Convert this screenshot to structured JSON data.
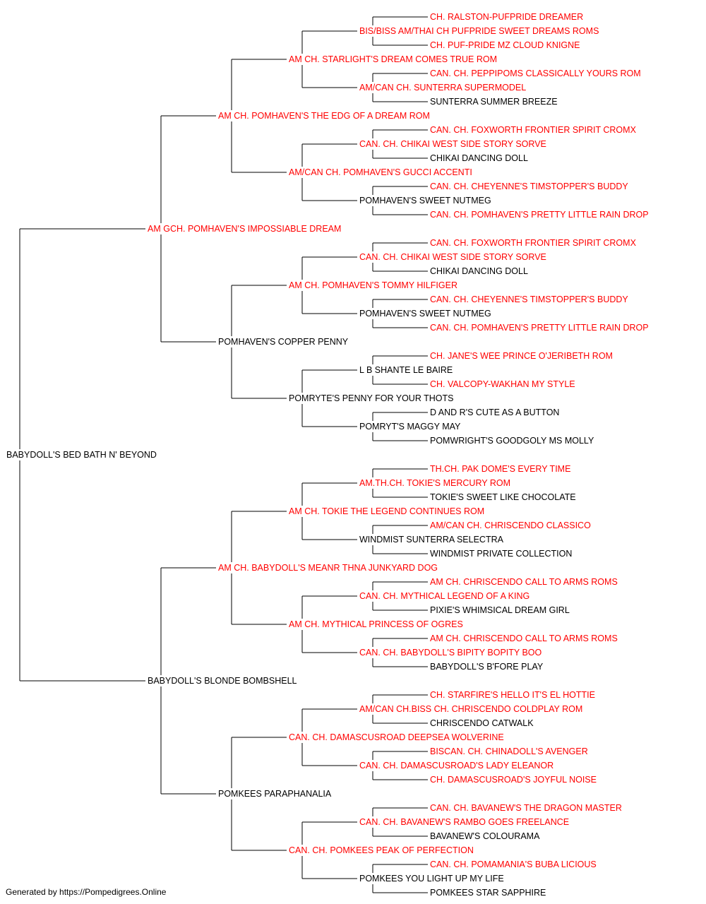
{
  "colors": {
    "champion": "#ff0000",
    "normal": "#000000",
    "line": "#000000"
  },
  "footer": "Generated by https://Pompedigrees.Online",
  "pedigree": {
    "name": "BABYDOLL'S BED BATH N' BEYOND",
    "champion": false,
    "sire": {
      "name": "AM GCH. POMHAVEN'S IMPOSSIABLE DREAM",
      "champion": true,
      "sire": {
        "name": "AM CH. POMHAVEN'S THE EDG OF A DREAM ROM",
        "champion": true,
        "sire": {
          "name": "AM CH. STARLIGHT'S DREAM COMES TRUE ROM",
          "champion": true,
          "sire": {
            "name": "BIS/BISS AM/THAI CH PUFPRIDE SWEET DREAMS ROMS",
            "champion": true,
            "sire": {
              "name": "CH. RALSTON-PUFPRIDE DREAMER",
              "champion": true
            },
            "dam": {
              "name": "CH. PUF-PRIDE MZ CLOUD KNIGNE",
              "champion": true
            }
          },
          "dam": {
            "name": "AM/CAN CH. SUNTERRA SUPERMODEL",
            "champion": true,
            "sire": {
              "name": "CAN. CH. PEPPIPOMS CLASSICALLY YOURS ROM",
              "champion": true
            },
            "dam": {
              "name": "SUNTERRA SUMMER BREEZE",
              "champion": false
            }
          }
        },
        "dam": {
          "name": "AM/CAN CH. POMHAVEN'S GUCCI ACCENTI",
          "champion": true,
          "sire": {
            "name": "CAN. CH. CHIKAI WEST SIDE STORY SORVE",
            "champion": true,
            "sire": {
              "name": "CAN. CH. FOXWORTH FRONTIER SPIRIT CROMX",
              "champion": true
            },
            "dam": {
              "name": "CHIKAI DANCING DOLL",
              "champion": false
            }
          },
          "dam": {
            "name": "POMHAVEN'S SWEET NUTMEG",
            "champion": false,
            "sire": {
              "name": "CAN. CH. CHEYENNE'S TIMSTOPPER'S BUDDY",
              "champion": true
            },
            "dam": {
              "name": "CAN. CH. POMHAVEN'S PRETTY LITTLE RAIN DROP",
              "champion": true
            }
          }
        }
      },
      "dam": {
        "name": "POMHAVEN'S COPPER PENNY",
        "champion": false,
        "sire": {
          "name": "AM CH. POMHAVEN'S TOMMY HILFIGER",
          "champion": true,
          "sire": {
            "name": "CAN. CH. CHIKAI WEST SIDE STORY SORVE",
            "champion": true,
            "sire": {
              "name": "CAN. CH. FOXWORTH FRONTIER SPIRIT CROMX",
              "champion": true
            },
            "dam": {
              "name": "CHIKAI DANCING DOLL",
              "champion": false
            }
          },
          "dam": {
            "name": "POMHAVEN'S SWEET NUTMEG",
            "champion": false,
            "sire": {
              "name": "CAN. CH. CHEYENNE'S TIMSTOPPER'S BUDDY",
              "champion": true
            },
            "dam": {
              "name": "CAN. CH. POMHAVEN'S PRETTY LITTLE RAIN DROP",
              "champion": true
            }
          }
        },
        "dam": {
          "name": "POMRYTE'S PENNY FOR YOUR THOTS",
          "champion": false,
          "sire": {
            "name": "L B SHANTE LE BAIRE",
            "champion": false,
            "sire": {
              "name": "CH. JANE'S WEE PRINCE O'JERIBETH ROM",
              "champion": true
            },
            "dam": {
              "name": "CH. VALCOPY-WAKHAN MY STYLE",
              "champion": true
            }
          },
          "dam": {
            "name": "POMRYT'S MAGGY MAY",
            "champion": false,
            "sire": {
              "name": "D AND R'S CUTE AS A BUTTON",
              "champion": false
            },
            "dam": {
              "name": "POMWRIGHT'S GOODGOLY MS MOLLY",
              "champion": false
            }
          }
        }
      }
    },
    "dam": {
      "name": "BABYDOLL'S BLONDE BOMBSHELL",
      "champion": false,
      "sire": {
        "name": "AM CH. BABYDOLL'S MEANR THNA JUNKYARD DOG",
        "champion": true,
        "sire": {
          "name": "AM CH. TOKIE THE LEGEND CONTINUES ROM",
          "champion": true,
          "sire": {
            "name": "AM.TH.CH. TOKIE'S MERCURY ROM",
            "champion": true,
            "sire": {
              "name": "TH.CH. PAK DOME'S EVERY TIME",
              "champion": true
            },
            "dam": {
              "name": "TOKIE'S SWEET LIKE CHOCOLATE",
              "champion": false
            }
          },
          "dam": {
            "name": "WINDMIST SUNTERRA SELECTRA",
            "champion": false,
            "sire": {
              "name": "AM/CAN CH. CHRISCENDO CLASSICO",
              "champion": true
            },
            "dam": {
              "name": "WINDMIST PRIVATE COLLECTION",
              "champion": false
            }
          }
        },
        "dam": {
          "name": "AM CH. MYTHICAL PRINCESS OF OGRES",
          "champion": true,
          "sire": {
            "name": "CAN. CH. MYTHICAL LEGEND OF A KING",
            "champion": true,
            "sire": {
              "name": "AM CH. CHRISCENDO CALL TO ARMS ROMS",
              "champion": true
            },
            "dam": {
              "name": "PIXIE'S WHIMSICAL DREAM GIRL",
              "champion": false
            }
          },
          "dam": {
            "name": "CAN. CH. BABYDOLL'S BIPITY BOPITY BOO",
            "champion": true,
            "sire": {
              "name": "AM CH. CHRISCENDO CALL TO ARMS ROMS",
              "champion": true
            },
            "dam": {
              "name": "BABYDOLL'S B'FORE PLAY",
              "champion": false
            }
          }
        }
      },
      "dam": {
        "name": "POMKEES PARAPHANALIA",
        "champion": false,
        "sire": {
          "name": "CAN. CH. DAMASCUSROAD DEEPSEA WOLVERINE",
          "champion": true,
          "sire": {
            "name": "AM/CAN CH.BISS CH. CHRISCENDO COLDPLAY ROM",
            "champion": true,
            "sire": {
              "name": "CH. STARFIRE'S HELLO IT'S EL HOTTIE",
              "champion": true
            },
            "dam": {
              "name": "CHRISCENDO CATWALK",
              "champion": false
            }
          },
          "dam": {
            "name": "CAN. CH. DAMASCUSROAD'S LADY ELEANOR",
            "champion": true,
            "sire": {
              "name": "BISCAN. CH. CHINADOLL'S AVENGER",
              "champion": true
            },
            "dam": {
              "name": "CH. DAMASCUSROAD'S JOYFUL NOISE",
              "champion": true
            }
          }
        },
        "dam": {
          "name": "CAN. CH. POMKEES PEAK OF PERFECTION",
          "champion": true,
          "sire": {
            "name": "CAN. CH. BAVANEW'S RAMBO GOES FREELANCE",
            "champion": true,
            "sire": {
              "name": "CAN. CH. BAVANEW'S THE DRAGON MASTER",
              "champion": true
            },
            "dam": {
              "name": "BAVANEW'S COLOURAMA",
              "champion": false
            }
          },
          "dam": {
            "name": "POMKEES YOU LIGHT UP MY LIFE",
            "champion": false,
            "sire": {
              "name": "CAN. CH. POMAMANIA'S BUBA LICIOUS",
              "champion": true
            },
            "dam": {
              "name": "POMKEES STAR SAPPHIRE",
              "champion": false
            }
          }
        }
      }
    }
  }
}
